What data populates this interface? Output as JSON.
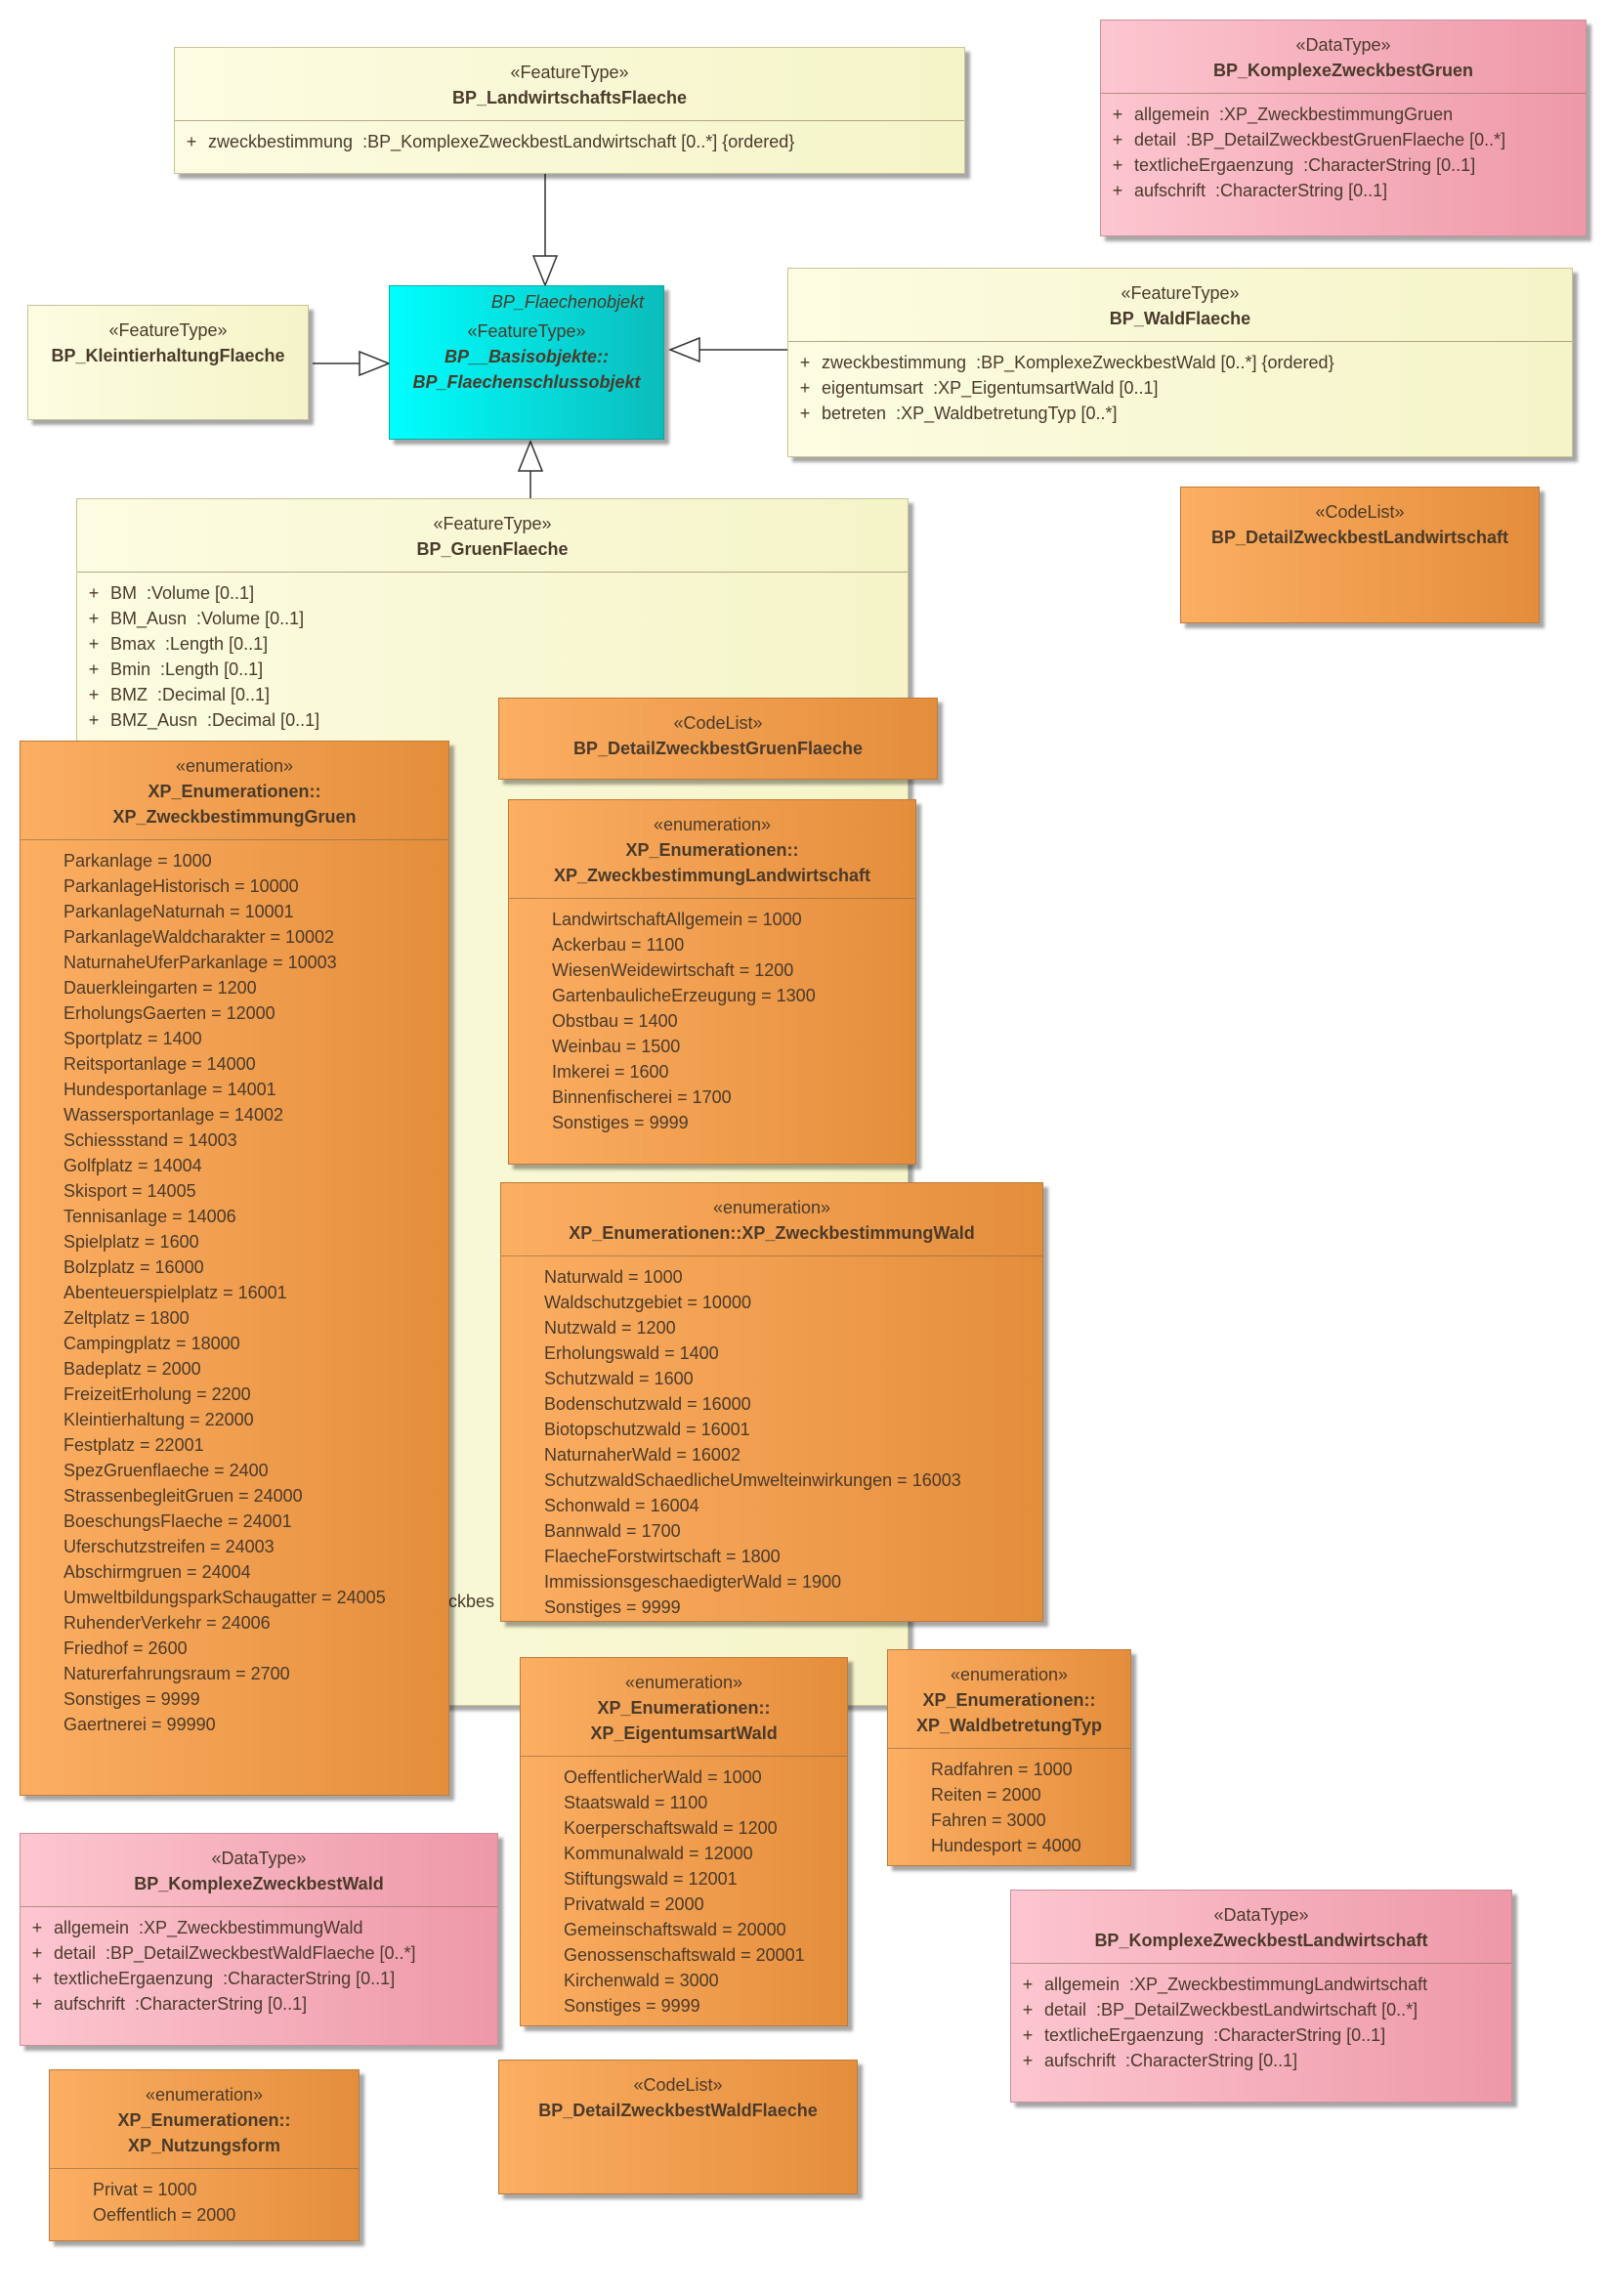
{
  "nodes": {
    "landwirtschafts_flaeche": {
      "stereotype": "«FeatureType»",
      "name": "BP_LandwirtschaftsFlaeche",
      "attributes": [
        {
          "visibility": "+",
          "name": "zweckbestimmung",
          "type": ":BP_KomplexeZweckbestLandwirtschaft [0..*] {ordered}"
        }
      ]
    },
    "komplexe_gruen": {
      "stereotype": "«DataType»",
      "name": "BP_KomplexeZweckbestGruen",
      "attributes": [
        {
          "visibility": "+",
          "name": "allgemein",
          "type": ":XP_ZweckbestimmungGruen"
        },
        {
          "visibility": "+",
          "name": "detail",
          "type": ":BP_DetailZweckbestGruenFlaeche [0..*]"
        },
        {
          "visibility": "+",
          "name": "textlicheErgaenzung",
          "type": ":CharacterString [0..1]"
        },
        {
          "visibility": "+",
          "name": "aufschrift",
          "type": ":CharacterString [0..1]"
        }
      ]
    },
    "kleintier": {
      "stereotype": "«FeatureType»",
      "name": "BP_KleintierhaltungFlaeche"
    },
    "flaechenobjekt": {
      "parent_label": "BP_Flaechenobjekt",
      "stereotype": "«FeatureType»",
      "name_line1": "BP__Basisobjekte::",
      "name_line2": "BP_Flaechenschlussobjekt"
    },
    "wald_flaeche": {
      "stereotype": "«FeatureType»",
      "name": "BP_WaldFlaeche",
      "attributes": [
        {
          "visibility": "+",
          "name": "zweckbestimmung",
          "type": ":BP_KomplexeZweckbestWald [0..*] {ordered}"
        },
        {
          "visibility": "+",
          "name": "eigentumsart",
          "type": ":XP_EigentumsartWald [0..1]"
        },
        {
          "visibility": "+",
          "name": "betreten",
          "type": ":XP_WaldbetretungTyp [0..*]"
        }
      ]
    },
    "detail_landwirtschaft": {
      "stereotype": "«CodeList»",
      "name": "BP_DetailZweckbestLandwirtschaft"
    },
    "gruen_flaeche": {
      "stereotype": "«FeatureType»",
      "name": "BP_GruenFlaeche",
      "attributes": [
        {
          "visibility": "+",
          "name": "BM",
          "type": ":Volume [0..1]"
        },
        {
          "visibility": "+",
          "name": "BM_Ausn",
          "type": ":Volume [0..1]"
        },
        {
          "visibility": "+",
          "name": "Bmax",
          "type": ":Length [0..1]"
        },
        {
          "visibility": "+",
          "name": "Bmin",
          "type": ":Length [0..1]"
        },
        {
          "visibility": "+",
          "name": "BMZ",
          "type": ":Decimal [0..1]"
        },
        {
          "visibility": "+",
          "name": "BMZ_Ausn",
          "type": ":Decimal [0..1]"
        }
      ],
      "hidden_fragment": "ckbes"
    },
    "detail_gruen_flaeche": {
      "stereotype": "«CodeList»",
      "name": "BP_DetailZweckbestGruenFlaeche"
    },
    "enum_gruen": {
      "stereotype": "«enumeration»",
      "name_line1": "XP_Enumerationen::",
      "name_line2": "XP_ZweckbestimmungGruen",
      "literals": [
        "Parkanlage = 1000",
        "ParkanlageHistorisch = 10000",
        "ParkanlageNaturnah = 10001",
        "ParkanlageWaldcharakter = 10002",
        "NaturnaheUferParkanlage = 10003",
        "Dauerkleingarten = 1200",
        "ErholungsGaerten = 12000",
        "Sportplatz = 1400",
        "Reitsportanlage = 14000",
        "Hundesportanlage = 14001",
        "Wassersportanlage = 14002",
        "Schiessstand = 14003",
        "Golfplatz = 14004",
        "Skisport = 14005",
        "Tennisanlage = 14006",
        "Spielplatz = 1600",
        "Bolzplatz = 16000",
        "Abenteuerspielplatz = 16001",
        "Zeltplatz = 1800",
        "Campingplatz = 18000",
        "Badeplatz = 2000",
        "FreizeitErholung = 2200",
        "Kleintierhaltung = 22000",
        "Festplatz = 22001",
        "SpezGruenflaeche = 2400",
        "StrassenbegleitGruen = 24000",
        "BoeschungsFlaeche = 24001",
        "Uferschutzstreifen = 24003",
        "Abschirmgruen = 24004",
        "UmweltbildungsparkSchaugatter = 24005",
        "RuhenderVerkehr = 24006",
        "Friedhof = 2600",
        "Naturerfahrungsraum = 2700",
        "Sonstiges = 9999",
        "Gaertnerei = 99990"
      ]
    },
    "enum_landwirtschaft": {
      "stereotype": "«enumeration»",
      "name_line1": "XP_Enumerationen::",
      "name_line2": "XP_ZweckbestimmungLandwirtschaft",
      "literals": [
        "LandwirtschaftAllgemein = 1000",
        "Ackerbau = 1100",
        "WiesenWeidewirtschaft = 1200",
        "GartenbaulicheErzeugung = 1300",
        "Obstbau = 1400",
        "Weinbau = 1500",
        "Imkerei = 1600",
        "Binnenfischerei = 1700",
        "Sonstiges = 9999"
      ]
    },
    "enum_wald": {
      "stereotype": "«enumeration»",
      "name": "XP_Enumerationen::XP_ZweckbestimmungWald",
      "literals": [
        "Naturwald = 1000",
        "Waldschutzgebiet = 10000",
        "Nutzwald = 1200",
        "Erholungswald = 1400",
        "Schutzwald = 1600",
        "Bodenschutzwald = 16000",
        "Biotopschutzwald = 16001",
        "NaturnaherWald = 16002",
        "SchutzwaldSchaedlicheUmwelteinwirkungen = 16003",
        "Schonwald = 16004",
        "Bannwald = 1700",
        "FlaecheForstwirtschaft = 1800",
        "ImmissionsgeschaedigterWald = 1900",
        "Sonstiges = 9999"
      ]
    },
    "enum_eigentumsart": {
      "stereotype": "«enumeration»",
      "name_line1": "XP_Enumerationen::",
      "name_line2": "XP_EigentumsartWald",
      "literals": [
        "OeffentlicherWald = 1000",
        "Staatswald = 1100",
        "Koerperschaftswald = 1200",
        "Kommunalwald = 12000",
        "Stiftungswald = 12001",
        "Privatwald = 2000",
        "Gemeinschaftswald = 20000",
        "Genossenschaftswald = 20001",
        "Kirchenwald = 3000",
        "Sonstiges = 9999"
      ]
    },
    "enum_waldbetretung": {
      "stereotype": "«enumeration»",
      "name_line1": "XP_Enumerationen::",
      "name_line2": "XP_WaldbetretungTyp",
      "literals": [
        "Radfahren = 1000",
        "Reiten = 2000",
        "Fahren = 3000",
        "Hundesport = 4000"
      ]
    },
    "komplexe_wald": {
      "stereotype": "«DataType»",
      "name": "BP_KomplexeZweckbestWald",
      "attributes": [
        {
          "visibility": "+",
          "name": "allgemein",
          "type": ":XP_ZweckbestimmungWald"
        },
        {
          "visibility": "+",
          "name": "detail",
          "type": ":BP_DetailZweckbestWaldFlaeche [0..*]"
        },
        {
          "visibility": "+",
          "name": "textlicheErgaenzung",
          "type": ":CharacterString [0..1]"
        },
        {
          "visibility": "+",
          "name": "aufschrift",
          "type": ":CharacterString [0..1]"
        }
      ]
    },
    "komplexe_landwirtschaft": {
      "stereotype": "«DataType»",
      "name": "BP_KomplexeZweckbestLandwirtschaft",
      "attributes": [
        {
          "visibility": "+",
          "name": "allgemein",
          "type": ":XP_ZweckbestimmungLandwirtschaft"
        },
        {
          "visibility": "+",
          "name": "detail",
          "type": ":BP_DetailZweckbestLandwirtschaft [0..*]"
        },
        {
          "visibility": "+",
          "name": "textlicheErgaenzung",
          "type": ":CharacterString [0..1]"
        },
        {
          "visibility": "+",
          "name": "aufschrift",
          "type": ":CharacterString [0..1]"
        }
      ]
    },
    "enum_nutzungsform": {
      "stereotype": "«enumeration»",
      "name_line1": "XP_Enumerationen::",
      "name_line2": "XP_Nutzungsform",
      "literals": [
        "Privat = 1000",
        "Oeffentlich = 2000"
      ]
    },
    "detail_wald_flaeche": {
      "stereotype": "«CodeList»",
      "name": "BP_DetailZweckbestWaldFlaeche"
    }
  },
  "colors": {
    "feature_type": "#f8f7d2",
    "data_type": "#f6b0be",
    "enumeration": "#f3a050",
    "abstract_base": "#00e0e0"
  }
}
